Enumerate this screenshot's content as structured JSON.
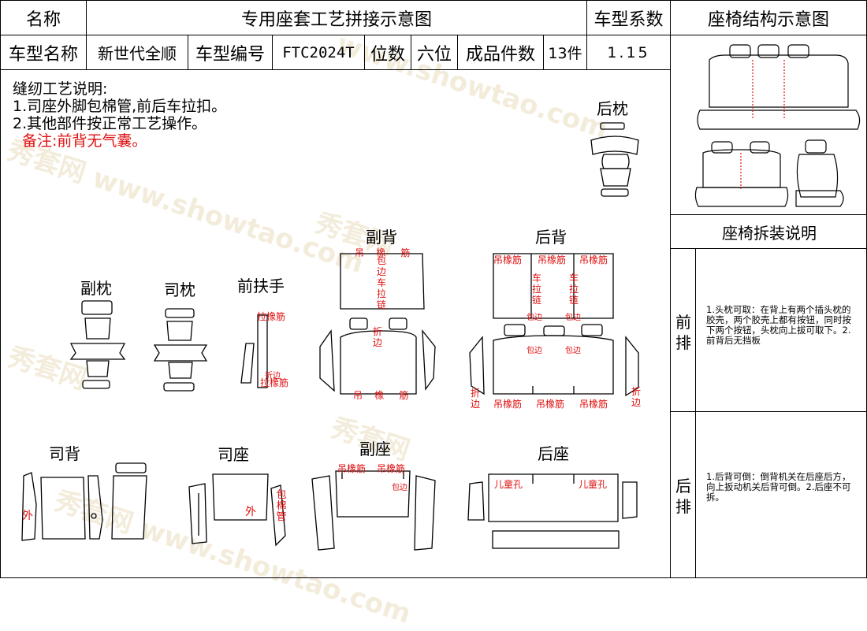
{
  "header": {
    "name_label": "名称",
    "title": "专用座套工艺拼接示意图",
    "coef_label": "车型系数",
    "structure_title": "座椅结构示意图"
  },
  "info": {
    "model_name_label": "车型名称",
    "model_name": "新世代全顺",
    "model_code_label": "车型编号",
    "model_code": "FTC2024T",
    "seats_label": "位数",
    "seats": "六位",
    "pieces_label": "成品件数",
    "pieces": "13件",
    "coef_value": "1.15"
  },
  "notes": {
    "heading": "缝纫工艺说明:",
    "line1": "1.司座外脚包棉管,前后车拉扣。",
    "line2": "2.其他部件按正常工艺操作。",
    "remark": "备注:前背无气囊。"
  },
  "parts": {
    "rear_headrest": "后枕",
    "passenger_back": "副背",
    "rear_back": "后背",
    "passenger_headrest": "副枕",
    "driver_headrest": "司枕",
    "front_armrest": "前扶手",
    "driver_back": "司背",
    "driver_seat": "司座",
    "passenger_seat": "副座",
    "rear_seat": "后座"
  },
  "marks": {
    "hang_elastic": "吊橡筋",
    "hang_elastic_split": [
      "吊",
      "橡",
      "筋"
    ],
    "binding_zipper": "包边车拉链",
    "zipper": "车拉链",
    "fold_edge": "折边",
    "pull_elastic": "拉橡筋",
    "binding": "包边",
    "outer": "外",
    "wrap_tube": "包棉管",
    "child_hole": "儿童孔"
  },
  "right_panel": {
    "title": "座椅拆装说明",
    "front_label": "前排",
    "front_desc": "1.头枕可取：在背上有两个插头枕的胶壳，两个胶壳上都有按钮，同时按下两个按钮，头枕向上拔可取下。2.前背后无挡板",
    "rear_label": "后排",
    "rear_desc": "1.后背可倒：倒背机关在后座后方，向上扳动机关后背可倒。2.后座不可拆。"
  },
  "watermark": {
    "brand": "秀套网",
    "url": "www.showtao.com"
  }
}
